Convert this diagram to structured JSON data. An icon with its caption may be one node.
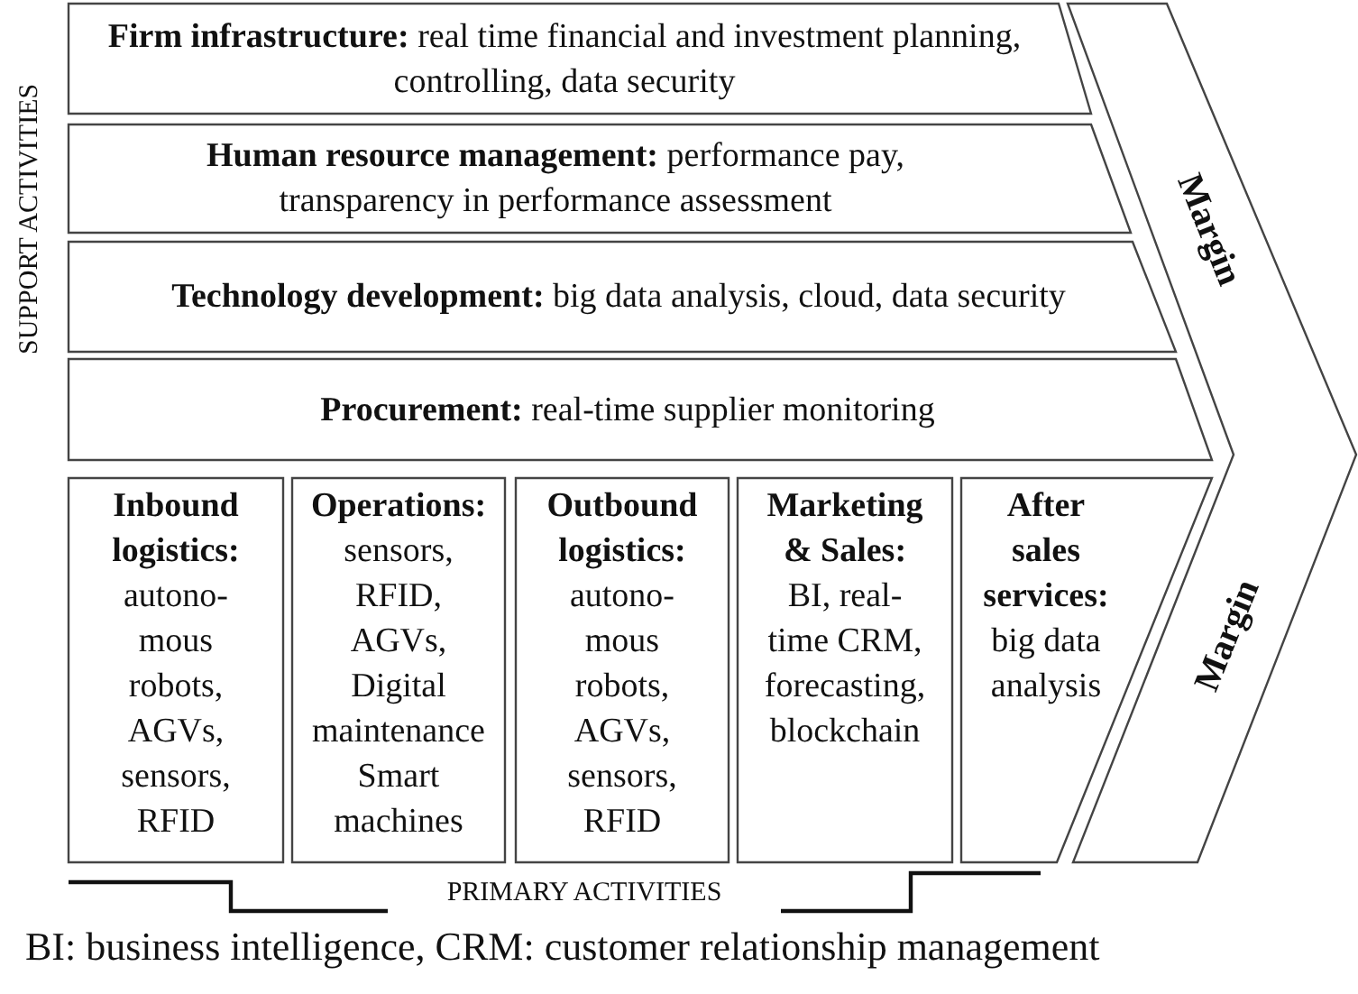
{
  "diagram": {
    "caption": "BI: business intelligence, CRM: customer relationship management",
    "nodes": [
      {
        "text": [
          "**Firm infrastructure:** real time financial and investment planning, controlling, data security"
        ]
      },
      {
        "text": [
          "**Human resource management:** performance pay, transparency in performance assessment"
        ]
      },
      {
        "text": [
          "**Technology development:** big data analysis, cloud, data security"
        ]
      },
      {
        "text": [
          "**Procurement:** real-time supplier monitoring"
        ]
      },
      {
        "text": [
          "Inbound logistics:",
          "autono- mous robots, AGVs, sensors, RFID"
        ]
      },
      {
        "text": [
          "Operations:",
          "sensors, RFID, AGVs, Digital maintenance Smart machines"
        ]
      },
      {
        "text": [
          "Outbound logistics:",
          "autono- mous robots, AGVs, sensors, RFID"
        ]
      },
      {
        "text": [
          "Marketing & Sales:",
          "BI, real- time CRM, forecasting, blockchain"
        ]
      },
      {
        "text": [
          "After sales services:",
          "big data analysis"
        ]
      },
      {
        "text": [
          "Margin",
          "Margin"
        ]
      }
    ],
    "labels": [
      "SUPPORT ACTIVITIES",
      "PRIMARY ACTIVITIES"
    ]
  }
}
